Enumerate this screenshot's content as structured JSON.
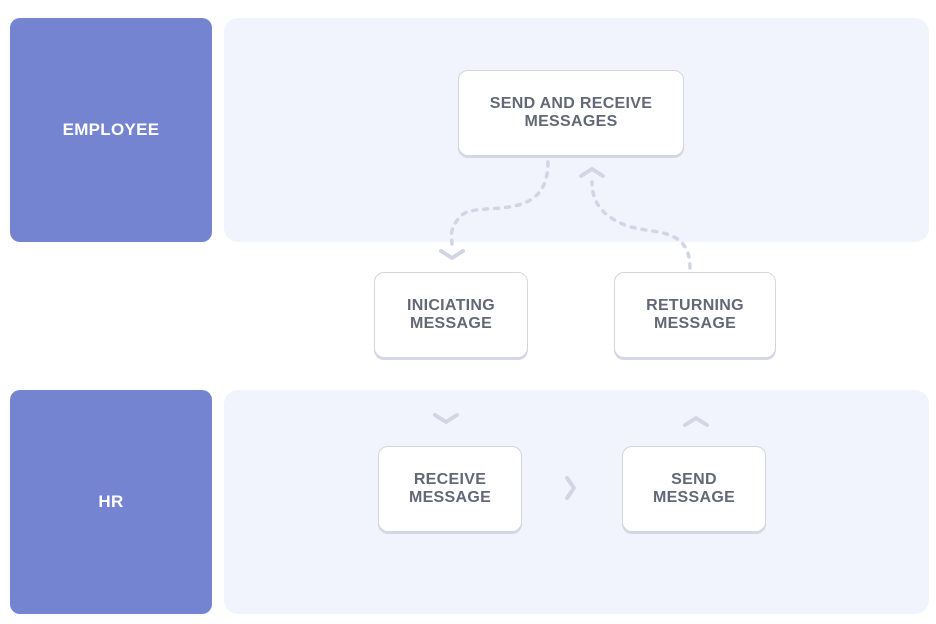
{
  "lanes": {
    "employee": {
      "label": "EMPLOYEE"
    },
    "hr": {
      "label": "HR"
    }
  },
  "nodes": {
    "send_receive": "SEND AND RECEIVE\nMESSAGES",
    "initiating": "INICIATING\nMESSAGE",
    "returning": "RETURNING\nMESSAGE",
    "receive": "RECEIVE\nMESSAGE",
    "send": "SEND\nMESSAGE"
  },
  "colors": {
    "lane_label_bg": "#7484d0",
    "lane_area_bg": "#f2f4fd",
    "node_border": "#d3d6e2",
    "node_text": "#636877",
    "connector": "#d2d5e6"
  }
}
